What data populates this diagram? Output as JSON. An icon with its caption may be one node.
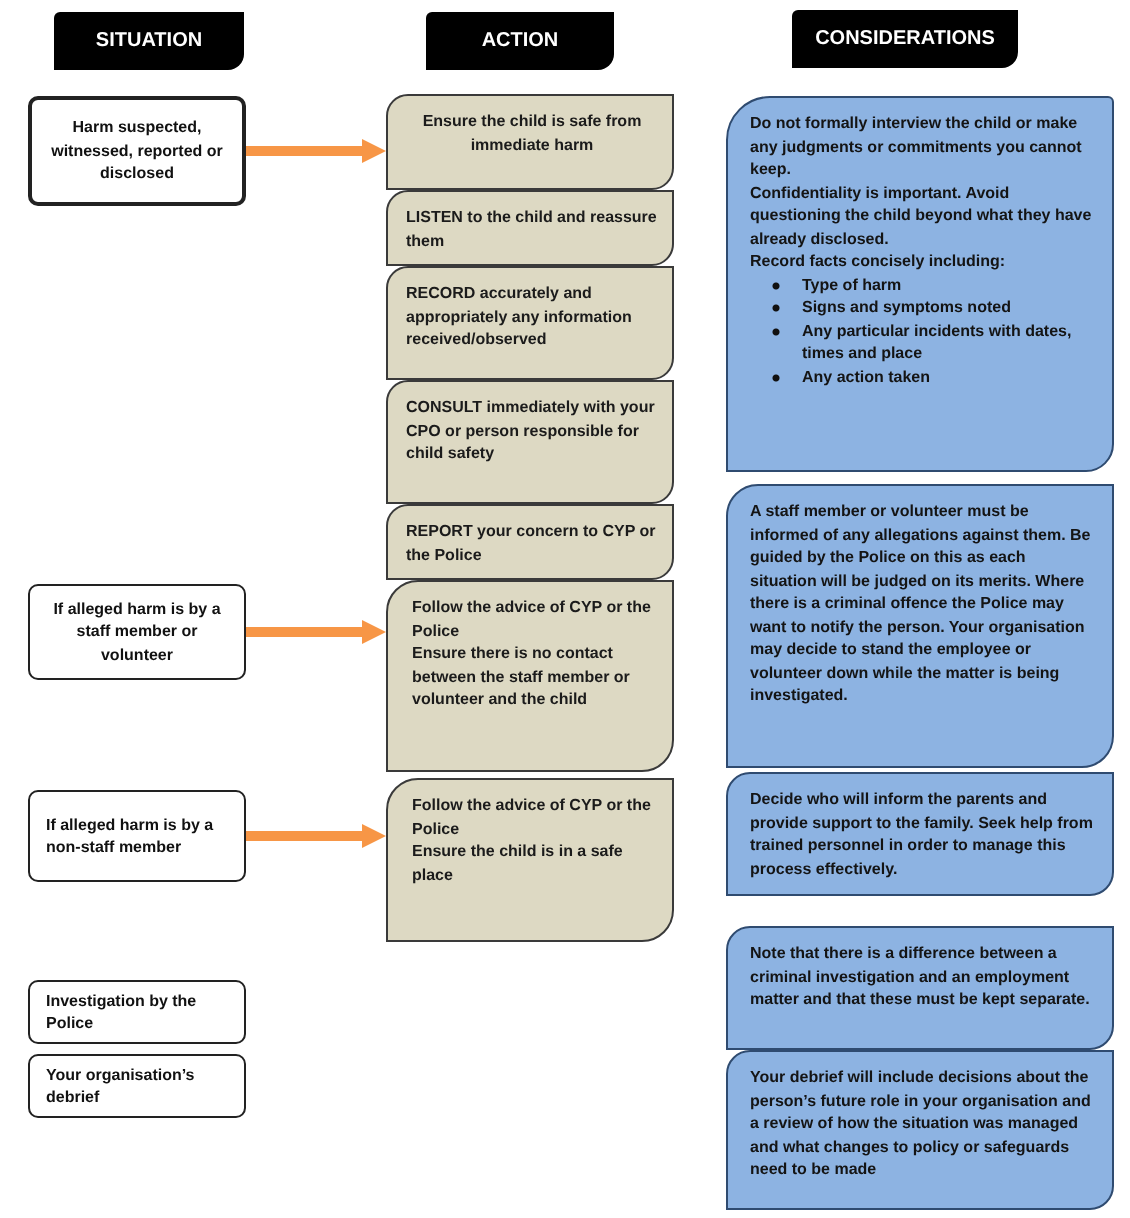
{
  "diagram": {
    "nodes": [
      {
        "text": [
          "SITUATION"
        ]
      },
      {
        "text": [
          "ACTION"
        ]
      },
      {
        "text": [
          "CONSIDERATIONS"
        ]
      },
      {
        "text": [
          "Harm suspected, witnessed, reported or disclosed"
        ]
      },
      {
        "text": [
          "Ensure the child is safe from immediate harm"
        ]
      },
      {
        "text": [
          "LISTEN to the child and reassure them"
        ]
      },
      {
        "text": [
          "RECORD accurately and appropriately any information received/observed"
        ]
      },
      {
        "text": [
          "CONSULT immediately with your CPO or person responsible for child safety"
        ]
      },
      {
        "text": [
          "REPORT your concern to CYP or the Police"
        ]
      },
      {
        "text": [
          "Do not formally interview the child or make any judgments or commitments you cannot keep.",
          "Confidentiality is important. Avoid questioning the child beyond what they have already disclosed.",
          "Record facts concisely including:",
          "Type of harm",
          "Signs and symptoms noted",
          "Any particular incidents with dates, times and place",
          "Any action taken"
        ]
      },
      {
        "text": [
          "If alleged harm is by a staff member or volunteer"
        ]
      },
      {
        "text": [
          "Follow the advice of CYP or the Police",
          "Ensure there is no contact between the staff member or volunteer and the child"
        ]
      },
      {
        "text": [
          "A staff member or volunteer must be informed of any allegations against them. Be guided by the Police on this as each situation will be judged on its merits. Where there is a criminal offence the Police may want to notify the person. Your organisation may decide to stand the employee or volunteer down while the matter is being investigated."
        ]
      },
      {
        "text": [
          "If alleged harm is by a non-staff member"
        ]
      },
      {
        "text": [
          "Follow the advice of CYP or the Police",
          "Ensure the child is in a safe place"
        ]
      },
      {
        "text": [
          "Decide who will inform the parents and provide support to the family. Seek help from trained personnel in order to manage this process effectively."
        ]
      },
      {
        "text": [
          "Investigation by the Police"
        ]
      },
      {
        "text": [
          "Note that there is a difference between a criminal investigation and an employment matter and that these must be kept separate."
        ]
      },
      {
        "text": [
          "Your organisation’s debrief"
        ]
      },
      {
        "text": [
          "Your debrief will include decisions about the person’s future role in your organisation and a review of how the situation was managed and what changes to policy or safeguards need to be made"
        ]
      }
    ],
    "edges": [
      {
        "from": 3,
        "to": 4,
        "arrow": "to"
      },
      {
        "from": 10,
        "to": 11,
        "arrow": "to"
      },
      {
        "from": 13,
        "to": 14,
        "arrow": "to"
      }
    ]
  }
}
